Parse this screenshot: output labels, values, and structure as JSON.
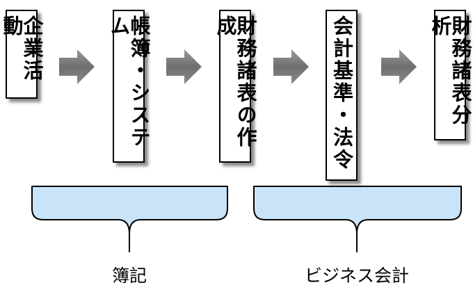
{
  "flow": {
    "steps": [
      "企業活動",
      "帳簿・システム",
      "財務諸表の作成",
      "会計基準・法令",
      "財務諸表分析"
    ]
  },
  "groups": {
    "bookkeeping": "簿記",
    "business_accounting": "ビジネス会計"
  },
  "colors": {
    "bracket_fill": "#c9e4f8",
    "arrow_fill": "#7f7f7f",
    "box_border": "#000000"
  }
}
